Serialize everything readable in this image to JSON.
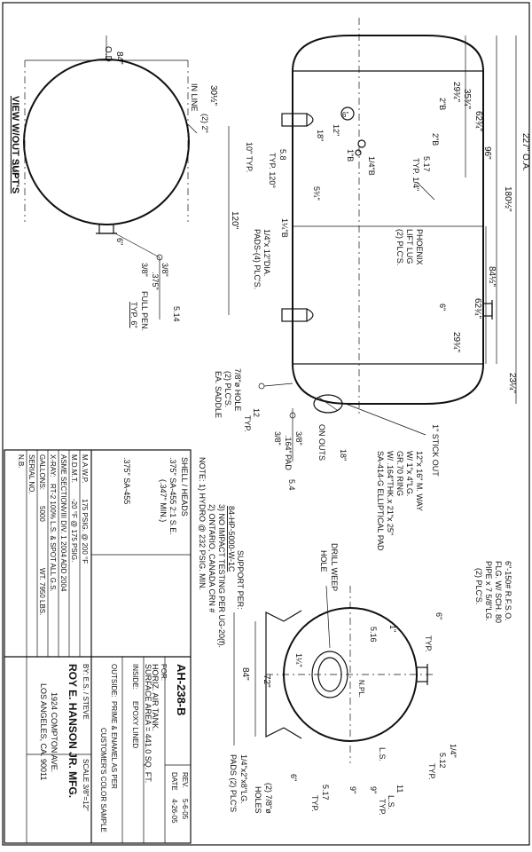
{
  "view_label": "VIEW W/OUT SUPT'S",
  "round_view": {
    "dia_top": "84\"",
    "dia_bottom": "O.D",
    "inline_a": "(2) 2\"",
    "inline_b": "IN LINE",
    "dim_1_25": "1¼\"",
    "dim_6": "6\"",
    "weld_a": "3/8\"",
    "weld_b": ".375\"",
    "weld_c": "3/8\"",
    "weld_514": "5.14",
    "full_pen": "FULL PEN.",
    "typ6": "TYP. 6\""
  },
  "shell_view": {
    "oa": "227\" O.A.",
    "d180": "180½\"",
    "d96": "96\"",
    "d62a": "62¾\"",
    "d35": "35¾\"",
    "d29a": "29¾\"",
    "d2b_a": "2\"B",
    "d2b_b": "2\"B",
    "d30": "30½\"",
    "d12": "12\"",
    "d6": "6\"",
    "d18": "18\"",
    "d1b": "1\"B",
    "d14b": "1/4\"B",
    "w517": "5.17",
    "typ14": "TYP. 1/4\"",
    "d58": "5.8",
    "typ120": "TYP. 120°",
    "d10": "10\" TYP.",
    "d54": "5¾\"",
    "d120": "120\"",
    "d114b": "1¼\"B",
    "phoenix": "PHOENIX",
    "lift": "LIFT LUG",
    "plcs2": "(2) PLC'S.",
    "pads_a": "1/4\"x 12\"DIA.",
    "pads_b": "PADS-(4) PLC'S.",
    "d84": "84½\"",
    "d62b": "62¾\"",
    "d6b": "6\"",
    "d29b": "29¾\"",
    "d23": "23¼\"",
    "hole_a": "7/8\"ø HOLE",
    "hole_b": "(2) PLC'S.",
    "hole_c": "EA. SADDLE",
    "w12": "12",
    "typ": "TYP.",
    "pad_a": "3/8\"",
    "pad_b": ".164\"",
    "pad_c": "3/8\"",
    "pad_d": "PAD",
    "w54": "5.4",
    "on_outs": "ON OUTS",
    "d18b": "18\"",
    "stick_out": "1\" STICK OUT",
    "mway_1": "12\"x 16\" M. WAY",
    "mway_2": "W/ 1\"x 4\"LG.",
    "mway_3": "GR.70 RING",
    "mway_4": "W/ .164\"THK.x 21\"x 25\"",
    "mway_5": "SA-414-G ELLIPTICAL PAD"
  },
  "end_view": {
    "flange_1": "6\"-150# R.F.S.O.",
    "flange_2": "FLG. W/ SCH. 80",
    "flange_3": "PIPE x 7 5/8\"LG.",
    "flange_4": "(2) PLC'S.",
    "d6": "6\"",
    "typ": "TYP.",
    "d1": "1\"",
    "d516": "5.16",
    "d1_25": "1¼\"",
    "npl": "N.PL.",
    "d72": "72\"",
    "d84": "84\"",
    "d6b": "6\"",
    "weep_1": "DRILL WEEP",
    "weep_2": "HOLE",
    "ls1": "L.S.",
    "d9a": "9\"",
    "d9b": "9\"",
    "w517": "5.17",
    "typ2": "TYP.",
    "w11": "11",
    "ls2": "L.S.",
    "typ3": "TYP.",
    "holes_1": "(2) 7/8\"ø",
    "holes_2": "HOLES",
    "pads_1": "1/4\"x2\"x8\"LG.",
    "pads_2": "PADS (2) PLC'S",
    "w14": "1/4\"",
    "w512": "5.12",
    "typ4": "TYP."
  },
  "notes": {
    "title": "NOTE: 1) HYDRO @ 232 PSIG. MIN.",
    "n2": "2)  ONTARIO, CANADA CRN #",
    "n3": "3)  NO IMPACT TESTING PER UG-20(f).",
    "support_a": "SUPPORT PER:",
    "support_b": "84-HP-5000-W-1C"
  },
  "title_block": {
    "shell_heads": "SHELL / HEADS",
    "heads_1": ".375\" SA-455   2:1 S.E.",
    "heads_2": "(.347\" MIN.)",
    "shell_mat": ".375\" SA-455",
    "mawp_l": "M.A.W.P.",
    "mawp_v": "175   PSIG. @   200 °F",
    "mdmt_l": "M.D.M.T.",
    "mdmt_v": "-20   °F @   175 PSIG.",
    "asme_l": "ASME SECTION",
    "asme_v": "VIII  DIV. 1   2004 ADD 2004",
    "xray_l": "X-RAY:",
    "xray_v": "RT-2 100% L.S. & SPOT ALL G.S.",
    "gallons_l": "GALLONS:",
    "gallons_v": "5000",
    "wt": "WT. 7950 LBS.",
    "serial_l": "SERIAL NO.",
    "nb_l": "N.B.",
    "drawing_no": "AH-238-B",
    "rev_l": "REV.",
    "rev_v": "5-6-05",
    "date_l": "DATE",
    "date_v": "4-26-05",
    "for_l": "FOR:",
    "desc_1": "HORIZ. AIR TANK.",
    "desc_2": "SURFACE AREA = 441.0 SQ. FT.",
    "inside_l": "INSIDE:",
    "inside_v": "EPOXY LINED",
    "outside_l": "OUTSIDE:",
    "outside_v": "PRIME & ENAMEL AS PER",
    "outside_v2": "CUSTOMER'S COLOR SAMPLE",
    "by_l": "BY: E.S. / STEVE",
    "scale": "SCALE 3/8\"=12\"",
    "company": "ROY E. HANSON JR. MFG.",
    "addr_1": "1924 COMPTON AVE.",
    "addr_2": "LOS ANGELES, CA. 90011"
  }
}
